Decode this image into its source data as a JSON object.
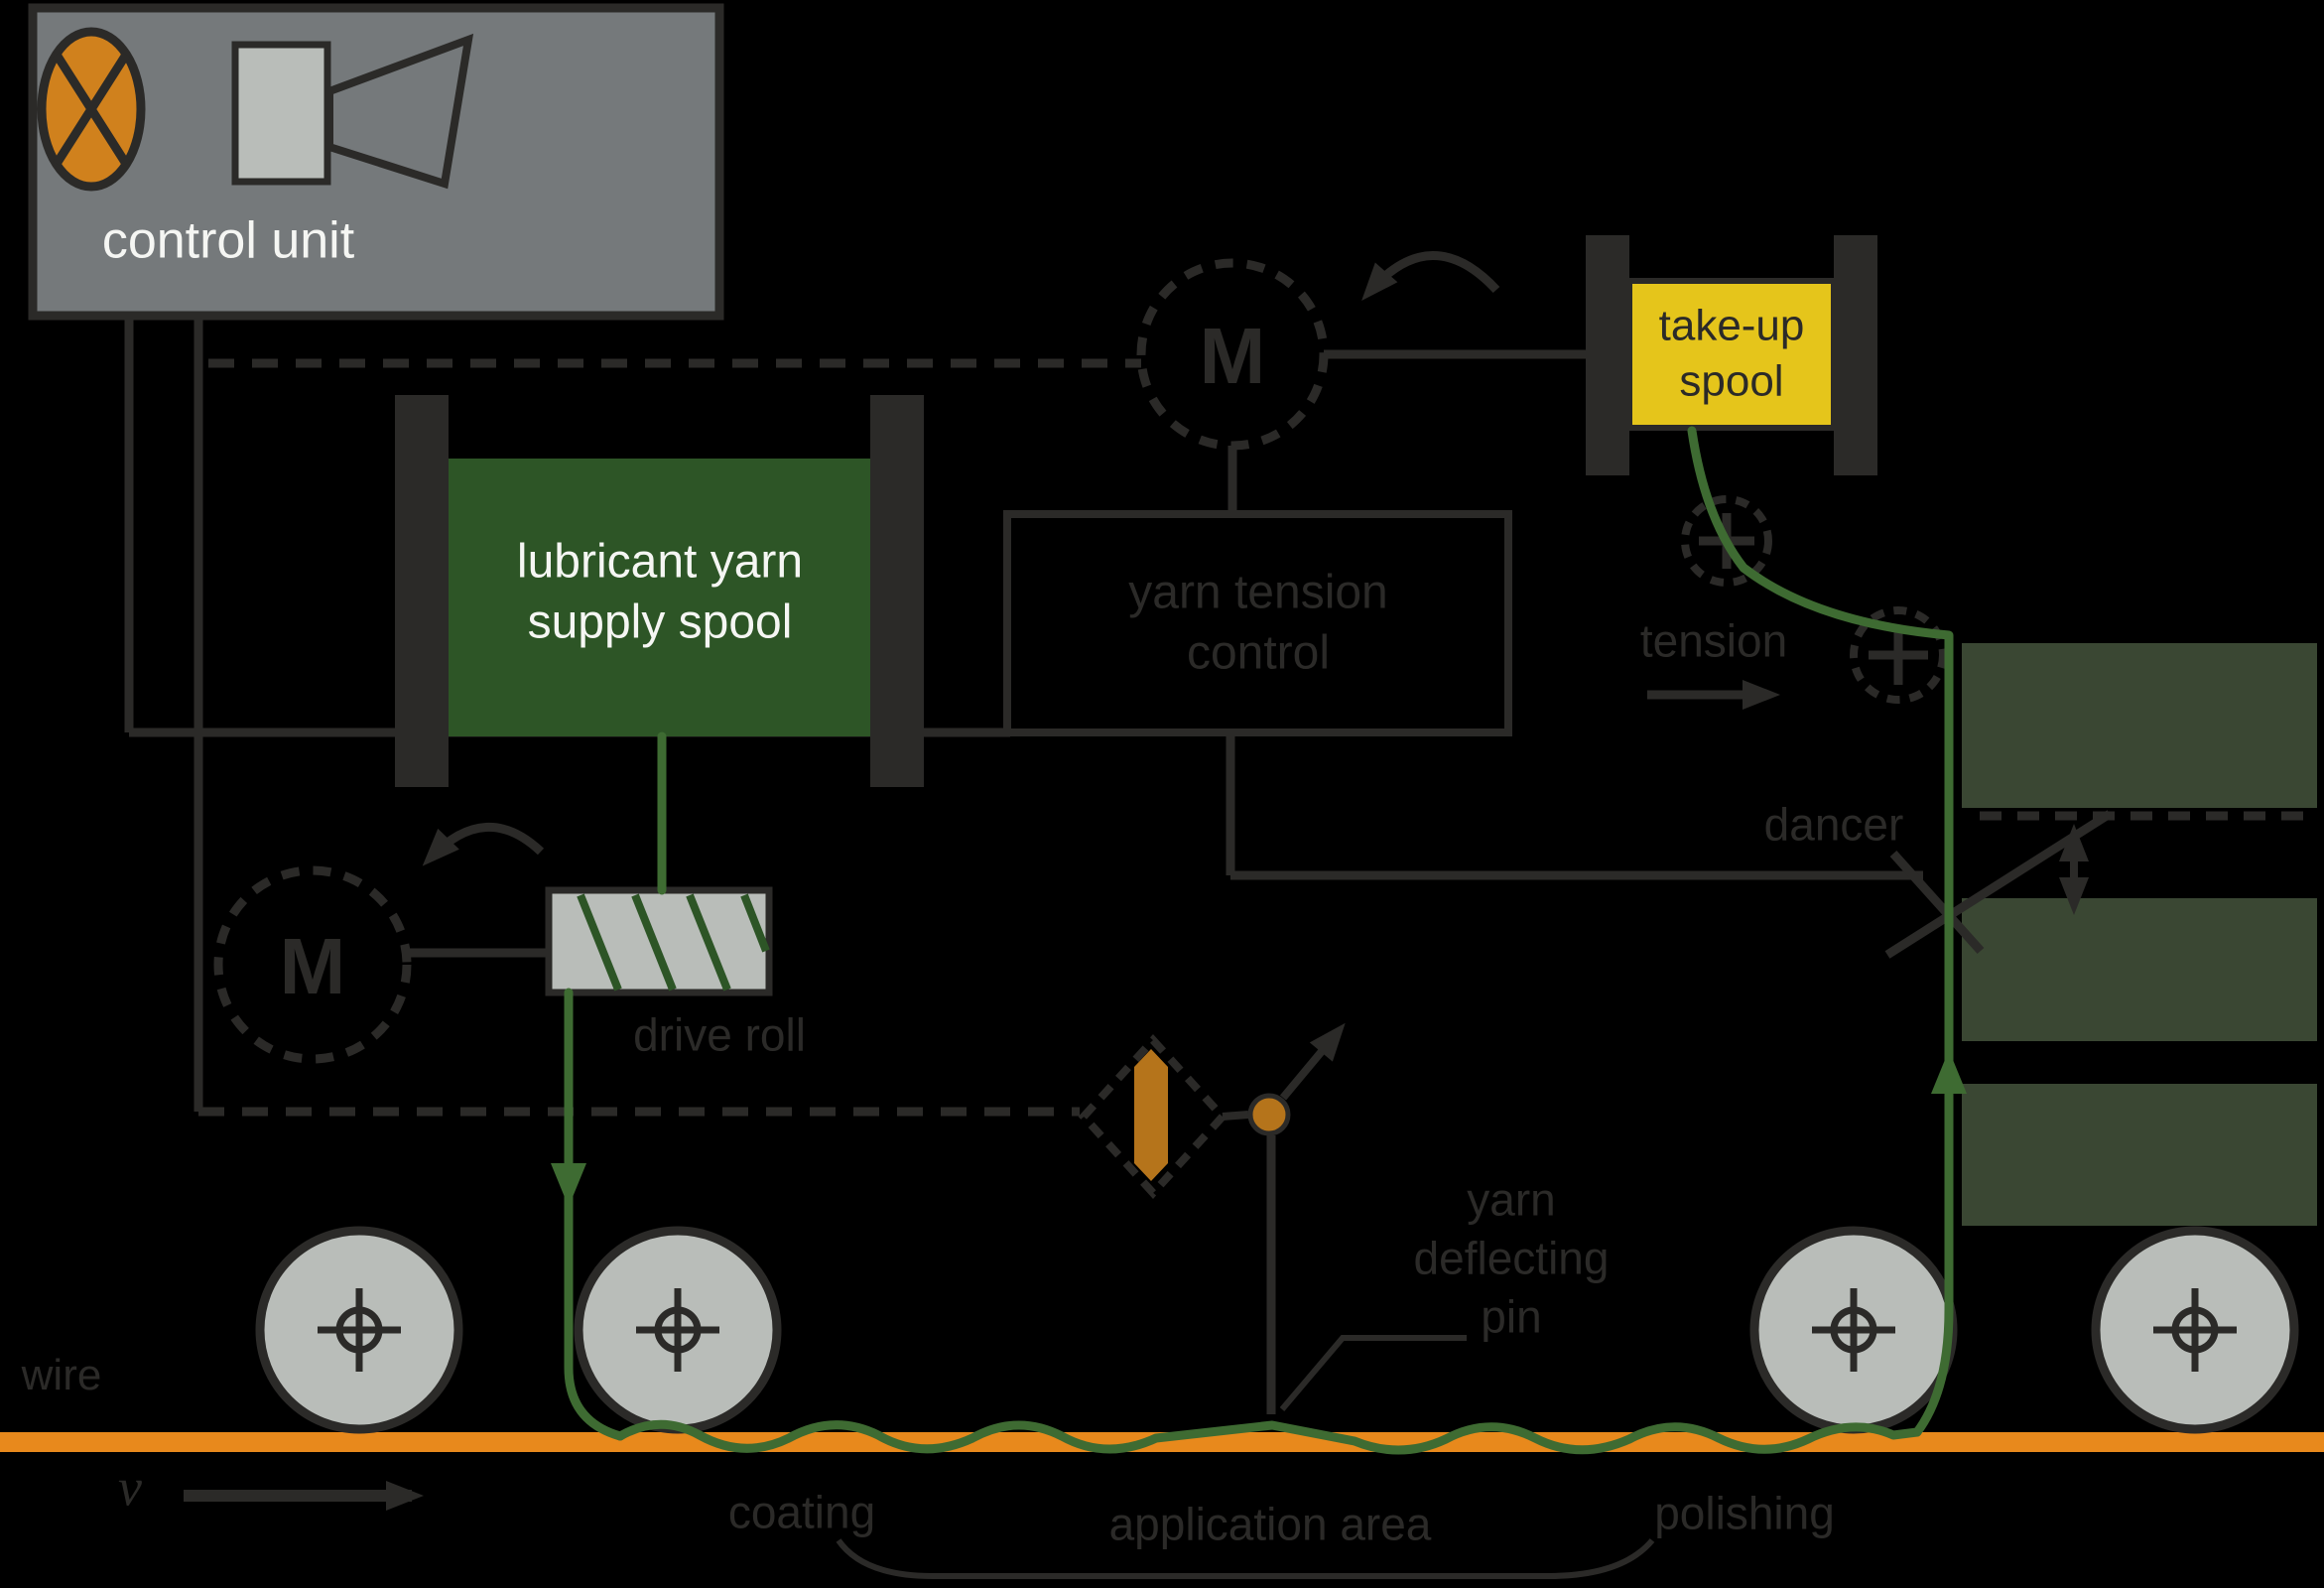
{
  "diagram_title": "wire lubrication / yarn application line diagram",
  "colors": {
    "background": "#000000",
    "ink": "#2b2a28",
    "panel_gray": "#75797b",
    "light_gray": "#b9bdb9",
    "orange": "#d0811d",
    "wire_orange": "#e8891c",
    "yarn_green": "#3e6b32",
    "dark_green": "#2d5526",
    "olive_band": "#3a4733",
    "spool_yellow": "#e5c51b",
    "white_text": "#f5f6f3"
  },
  "control_unit": {
    "label": "control unit"
  },
  "motors": {
    "label": "M"
  },
  "supply_spool": {
    "label": "lubricant yarn\nsupply spool"
  },
  "take_up_spool": {
    "label": "take-up\nspool"
  },
  "tension_box": {
    "label": "yarn tension\ncontrol"
  },
  "labels": {
    "tension": "tension",
    "dancer": "dancer",
    "drive_roll": "drive roll",
    "deflecting_pin": "yarn\ndeflecting\npin",
    "wire": "wire",
    "speed": "v",
    "coating": "coating",
    "application_area": "application area",
    "polishing": "polishing"
  }
}
